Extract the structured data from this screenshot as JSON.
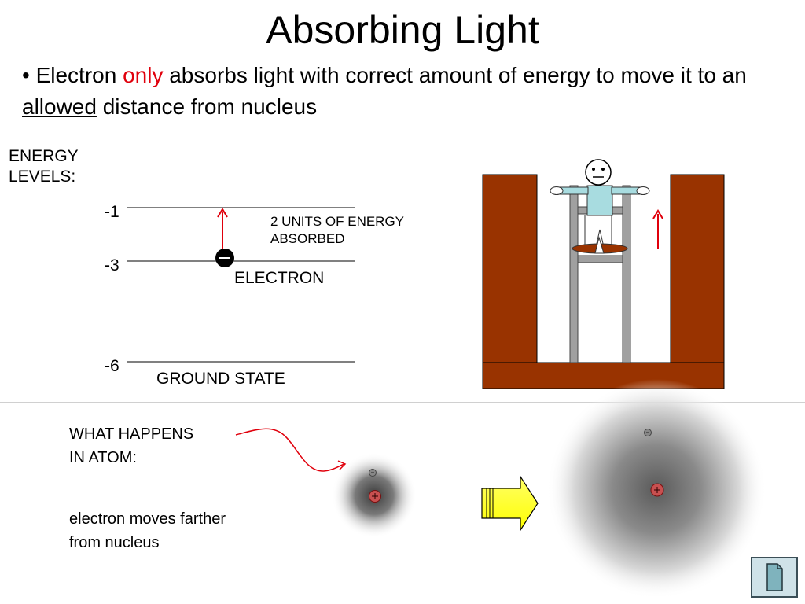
{
  "slide": {
    "title": "Absorbing Light",
    "bullet": {
      "prefix": "• Electron ",
      "only": "only",
      "middle": " absorbs light with correct amount of energy to move it to an ",
      "allowed": "allowed",
      "suffix": " distance from nucleus"
    },
    "energy_levels_label": "ENERGY LEVELS:",
    "levels": [
      {
        "value": "-1",
        "name": "level-1"
      },
      {
        "value": "-3",
        "name": "level-3"
      },
      {
        "value": "-6",
        "name": "level-6"
      }
    ],
    "electron_label": "ELECTRON",
    "ground_state_label": "GROUND STATE",
    "absorbed_note": "2 UNITS OF ENERGY ABSORBED",
    "atom_question": "WHAT HAPPENS IN ATOM:",
    "atom_answer": "electron moves farther from nucleus"
  },
  "colors": {
    "arrow": "#e0000c",
    "wall": "#993300",
    "ladder": "#999999",
    "shirt": "#a8dce0",
    "block_arrow": "#ffff00"
  },
  "icons": {
    "electron": "minus-circle-icon",
    "nucleus": "plus-circle-icon",
    "document": "document-icon"
  }
}
